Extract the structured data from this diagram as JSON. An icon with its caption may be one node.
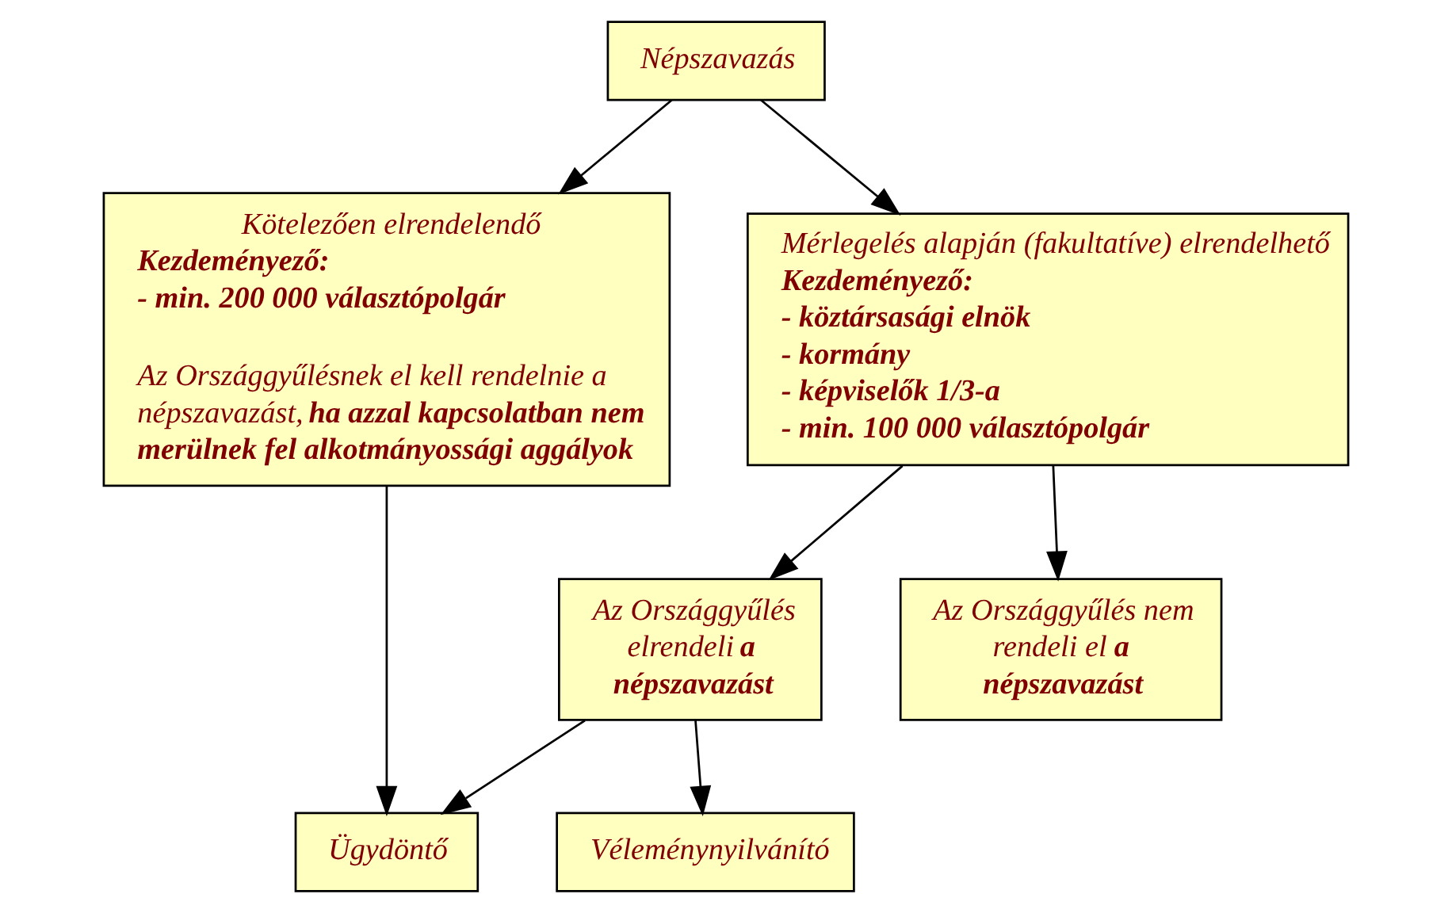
{
  "diagram": {
    "nodes": [
      {
        "text": [
          "Népszavazás"
        ]
      },
      {
        "text": [
          "Kötelezően elrendelendő",
          "Kezdeményező:",
          "- min. 200 000 választópolgár",
          "Az Országgyűlésnek el kell rendelnie a népszavazást, **ha azzal kapcsolatban nem merülnek fel alkotmányossági aggályok**"
        ]
      },
      {
        "text": [
          "Mérlegelés alapján (fakultatíve) elrendelhető",
          "Kezdeményező:",
          "- köztársasági elnök",
          "- kormány",
          "- képviselők 1/3-a",
          "- min. 100 000 választópolgár"
        ]
      },
      {
        "text": [
          "Az Országgyűlés elrendeli **a népszavazást**"
        ]
      },
      {
        "text": [
          "Az Országgyűlés nem rendeli el **a népszavazást**"
        ]
      },
      {
        "text": [
          "Ügydöntő"
        ]
      },
      {
        "text": [
          "Véleménynyilvánító"
        ]
      }
    ],
    "edges": [
      {
        "from": 0,
        "to": 1,
        "arrow": "to"
      },
      {
        "from": 0,
        "to": 2,
        "arrow": "to"
      },
      {
        "from": 1,
        "to": 5,
        "arrow": "to"
      },
      {
        "from": 2,
        "to": 3,
        "arrow": "to"
      },
      {
        "from": 2,
        "to": 4,
        "arrow": "to"
      },
      {
        "from": 3,
        "to": 5,
        "arrow": "to"
      },
      {
        "from": 3,
        "to": 6,
        "arrow": "to"
      }
    ]
  }
}
